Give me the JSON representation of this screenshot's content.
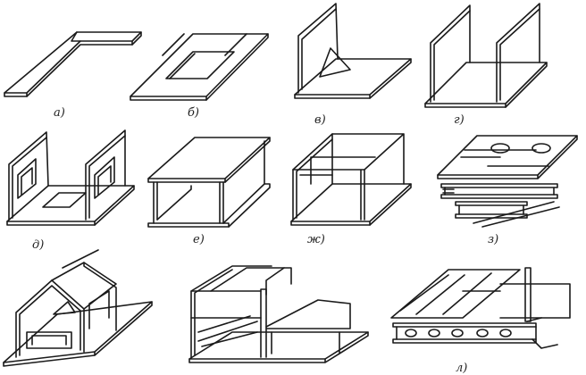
{
  "figures": [
    {
      "id": "a",
      "label": "а)",
      "subject": "L-shaped flat plate"
    },
    {
      "id": "b",
      "label": "б)",
      "subject": "flat frame with rectangular opening"
    },
    {
      "id": "v",
      "label": "в)",
      "subject": "plate with vertical web and triangular gusset"
    },
    {
      "id": "g",
      "label": "г)",
      "subject": "channel with two vertical walls"
    },
    {
      "id": "d",
      "label": "д)",
      "subject": "channel with framed window openings"
    },
    {
      "id": "e",
      "label": "е)",
      "subject": "box with top and bottom plates"
    },
    {
      "id": "zh",
      "label": "ж)",
      "subject": "open box with internal bulkhead"
    },
    {
      "id": "z",
      "label": "з)",
      "subject": "grillage on I-beams"
    },
    {
      "id": "i",
      "label": "",
      "subject": "gabled frame section on plate"
    },
    {
      "id": "k",
      "label": "",
      "subject": "multi-deck framed block"
    },
    {
      "id": "l",
      "label": "л)",
      "subject": "double-bottom section with longitudinal beams"
    }
  ]
}
